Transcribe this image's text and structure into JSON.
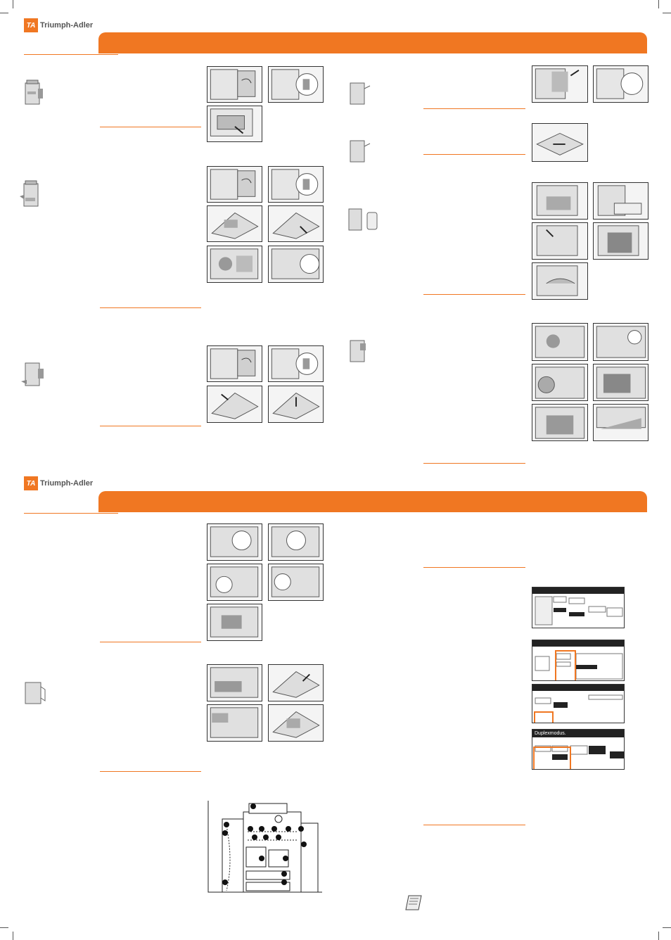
{
  "brand": {
    "mark": "TA",
    "name": "Triumph-Adler"
  },
  "accent_color": "#f07722",
  "duplex_screen": {
    "title": "Duplexmodus."
  },
  "icons": [
    "printer-machine-icon",
    "cassette-icon",
    "manual-icon"
  ]
}
